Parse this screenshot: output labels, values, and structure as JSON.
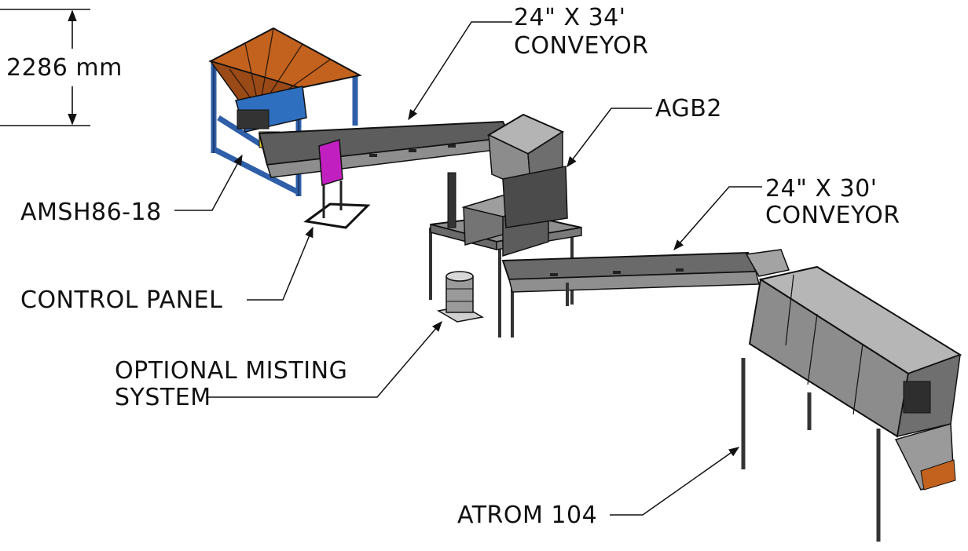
{
  "dimension": {
    "text": "2286 mm"
  },
  "labels": {
    "conveyor_34": {
      "line1": "24\" X 34'",
      "line2": "CONVEYOR"
    },
    "agb2": "AGB2",
    "conveyor_30": {
      "line1": "24\" X 30'",
      "line2": "CONVEYOR"
    },
    "amsh": "AMSH86-18",
    "control_panel": "CONTROL PANEL",
    "misting": {
      "line1": "OPTIONAL MISTING",
      "line2": "SYSTEM"
    },
    "atrom": "ATROM 104"
  },
  "colors": {
    "hopper_orange": "#c2621e",
    "frame_blue": "#2f5fa8",
    "panel_magenta": "#c21fc0",
    "steel_grey": "#a8a8a8",
    "dark_grey": "#3f3f3f"
  }
}
